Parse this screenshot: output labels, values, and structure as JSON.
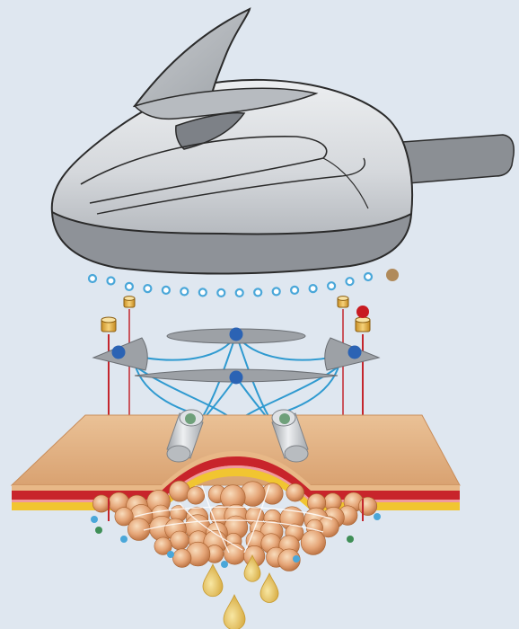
{
  "diagram": {
    "background_color": "#dfe7f0",
    "device": {
      "icon": "handpiece-applicator-icon",
      "body_color": "#d9dbde",
      "shade_color": "#a9adb3",
      "base_color": "#8e9298",
      "handle_color": "#8b8f94",
      "outline_color": "#2b2b2b"
    },
    "vacuum_dots": {
      "color": "#4aa7d9",
      "count": 16,
      "accent_color": "#b08a5a"
    },
    "electrodes": {
      "plate_color": "#9da1a6",
      "node_color": "#2b63b4",
      "wire_color": "#2f9ad0"
    },
    "rollers": [
      {
        "icon": "left-roller-icon",
        "node_color": "#2b63b4"
      },
      {
        "icon": "right-roller-icon",
        "node_color": "#6fa07a"
      }
    ],
    "laser_probes": {
      "icon": "laser-probe-icon",
      "cap_color": "#e9b64f",
      "beam_color": "#c4262d",
      "indicator_color": "#c81b21"
    },
    "skin_layers": [
      {
        "name": "epidermis",
        "color": "#e8b887"
      },
      {
        "name": "dermis",
        "color": "#c8242b"
      },
      {
        "name": "hypodermis-membrane",
        "color": "#f1c531"
      }
    ],
    "fat_cells": {
      "icon": "fat-cell-cluster-icon",
      "color": "#e6a878",
      "highlight_color": "#f6d9b3"
    },
    "droplets": {
      "icon": "fat-droplet-icon",
      "color": "#e9c76a",
      "count": 4
    }
  }
}
